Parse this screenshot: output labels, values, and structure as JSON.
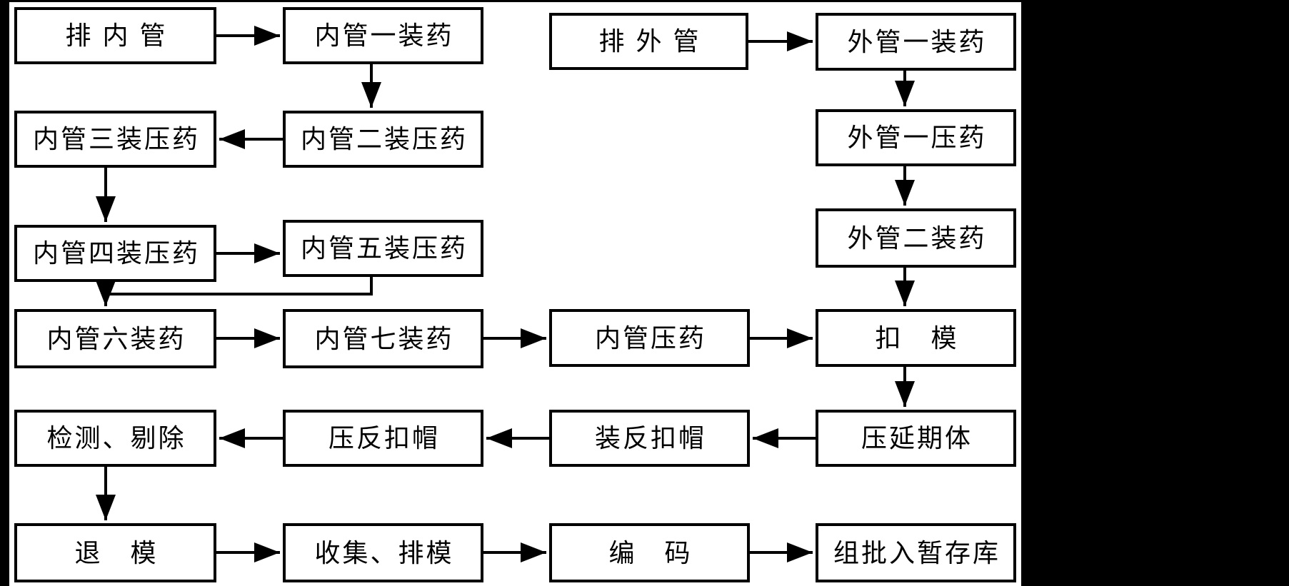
{
  "page": {
    "background": "#ffffff",
    "line_color": "#000000",
    "text_color": "#000000",
    "scan_border_color": "#000000"
  },
  "diagram": {
    "type": "flowchart",
    "nodes": [
      {
        "id": "pai-nei-guan",
        "label": "排内管"
      },
      {
        "id": "nei-guan-1",
        "label": "内管一装药"
      },
      {
        "id": "nei-guan-2",
        "label": "内管二装压药"
      },
      {
        "id": "nei-guan-3",
        "label": "内管三装压药"
      },
      {
        "id": "nei-guan-4",
        "label": "内管四装压药"
      },
      {
        "id": "nei-guan-5",
        "label": "内管五装压药"
      },
      {
        "id": "nei-guan-6",
        "label": "内管六装药"
      },
      {
        "id": "nei-guan-7",
        "label": "内管七装药"
      },
      {
        "id": "nei-guan-ya-yao",
        "label": "内管压药"
      },
      {
        "id": "pai-wai-guan",
        "label": "排外管"
      },
      {
        "id": "wai-guan-1-zhuang",
        "label": "外管一装药"
      },
      {
        "id": "wai-guan-1-ya",
        "label": "外管一压药"
      },
      {
        "id": "wai-guan-2-zhuang",
        "label": "外管二装药"
      },
      {
        "id": "kou-mo",
        "label": "扣　模"
      },
      {
        "id": "ya-yan-qi-ti",
        "label": "压延期体"
      },
      {
        "id": "zhuang-fan-kou-mao",
        "label": "装反扣帽"
      },
      {
        "id": "ya-fan-kou-mao",
        "label": "压反扣帽"
      },
      {
        "id": "jian-ce-ti-chu",
        "label": "检测、剔除"
      },
      {
        "id": "tui-mo",
        "label": "退　模"
      },
      {
        "id": "shou-ji-pai-mo",
        "label": "收集、排模"
      },
      {
        "id": "bian-ma",
        "label": "编　码"
      },
      {
        "id": "zu-pi-ru-zan-cun-ku",
        "label": "组批入暂存库"
      }
    ],
    "edges": [
      {
        "from": "pai-nei-guan",
        "to": "nei-guan-1"
      },
      {
        "from": "nei-guan-1",
        "to": "nei-guan-2"
      },
      {
        "from": "nei-guan-2",
        "to": "nei-guan-3"
      },
      {
        "from": "nei-guan-3",
        "to": "nei-guan-4"
      },
      {
        "from": "nei-guan-4",
        "to": "nei-guan-5"
      },
      {
        "from": "nei-guan-5",
        "to": "nei-guan-6"
      },
      {
        "from": "nei-guan-6",
        "to": "nei-guan-7"
      },
      {
        "from": "nei-guan-7",
        "to": "nei-guan-ya-yao"
      },
      {
        "from": "nei-guan-ya-yao",
        "to": "kou-mo"
      },
      {
        "from": "pai-wai-guan",
        "to": "wai-guan-1-zhuang"
      },
      {
        "from": "wai-guan-1-zhuang",
        "to": "wai-guan-1-ya"
      },
      {
        "from": "wai-guan-1-ya",
        "to": "wai-guan-2-zhuang"
      },
      {
        "from": "wai-guan-2-zhuang",
        "to": "kou-mo"
      },
      {
        "from": "kou-mo",
        "to": "ya-yan-qi-ti"
      },
      {
        "from": "ya-yan-qi-ti",
        "to": "zhuang-fan-kou-mao"
      },
      {
        "from": "zhuang-fan-kou-mao",
        "to": "ya-fan-kou-mao"
      },
      {
        "from": "ya-fan-kou-mao",
        "to": "jian-ce-ti-chu"
      },
      {
        "from": "jian-ce-ti-chu",
        "to": "tui-mo"
      },
      {
        "from": "tui-mo",
        "to": "shou-ji-pai-mo"
      },
      {
        "from": "shou-ji-pai-mo",
        "to": "bian-ma"
      },
      {
        "from": "bian-ma",
        "to": "zu-pi-ru-zan-cun-ku"
      }
    ]
  }
}
